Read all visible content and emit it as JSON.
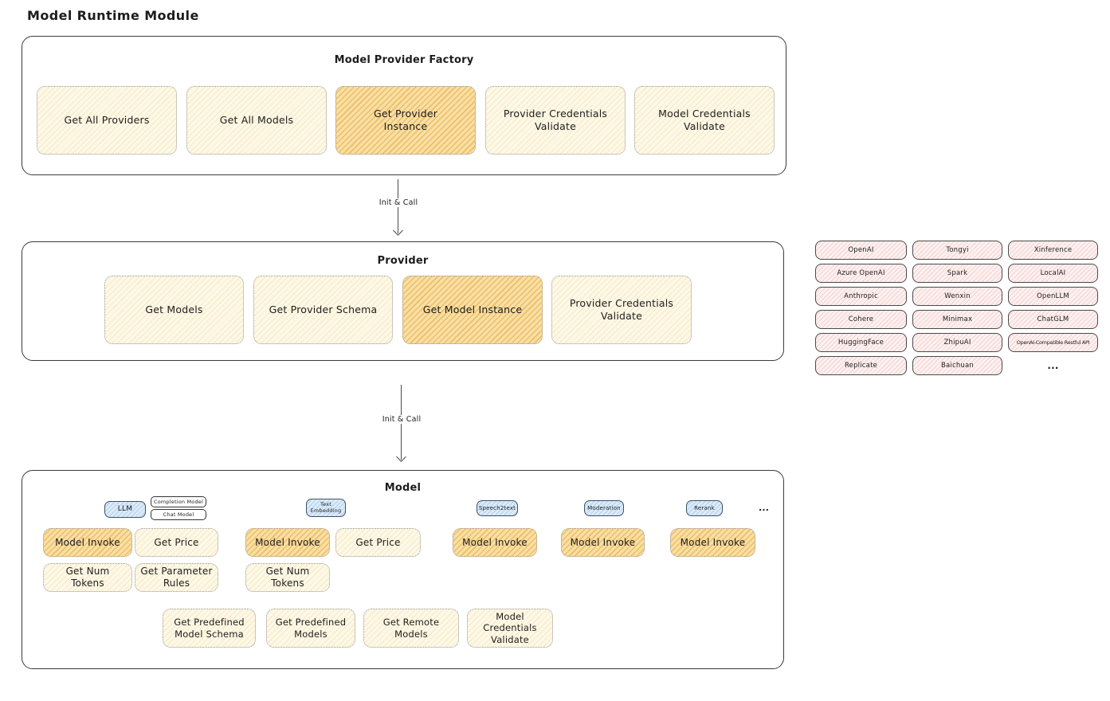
{
  "page_title": "Model Runtime Module",
  "arrows": {
    "first": "Init & Call",
    "second": "Init & Call"
  },
  "factory": {
    "title": "Model Provider Factory",
    "buttons": [
      "Get All Providers",
      "Get All Models",
      "Get Provider Instance",
      "Provider Credentials Validate",
      "Model Credentials Validate"
    ]
  },
  "provider": {
    "title": "Provider",
    "buttons": [
      "Get Models",
      "Get Provider Schema",
      "Get Model Instance",
      "Provider Credentials Validate"
    ]
  },
  "providers_panel": {
    "rows": [
      [
        "OpenAI",
        "Tongyi",
        "Xinference"
      ],
      [
        "Azure OpenAI",
        "Spark",
        "LocalAI"
      ],
      [
        "Anthropic",
        "Wenxin",
        "OpenLLM"
      ],
      [
        "Cohere",
        "Minimax",
        "ChatGLM"
      ],
      [
        "HuggingFace",
        "ZhipuAI",
        "OpenAI-Compatible Restful API"
      ],
      [
        "Replicate",
        "Baichuan"
      ]
    ],
    "ellipsis": "..."
  },
  "model": {
    "title": "Model",
    "tags": {
      "llm": "LLM",
      "completion": "Completion Model",
      "chat": "Chat Model",
      "embedding": "Text Embedding",
      "speech": "Speech2text",
      "moderation": "Moderation",
      "rerank": "Rerank",
      "ellipsis": "..."
    },
    "ops": {
      "model_invoke": "Model Invoke",
      "get_price": "Get Price",
      "get_num_tokens": "Get Num Tokens",
      "get_parameter_rules": "Get Parameter Rules"
    },
    "bottom": [
      "Get Predefined Model Schema",
      "Get Predefined Models",
      "Get Remote Models",
      "Model Credentials Validate"
    ]
  },
  "colors": {
    "highlight": "#f9dfa3",
    "pale_yellow": "#fdf8e7",
    "pink": "#fdf1f0",
    "blue": "#dcebf9",
    "stroke": "#3a3a3a"
  }
}
